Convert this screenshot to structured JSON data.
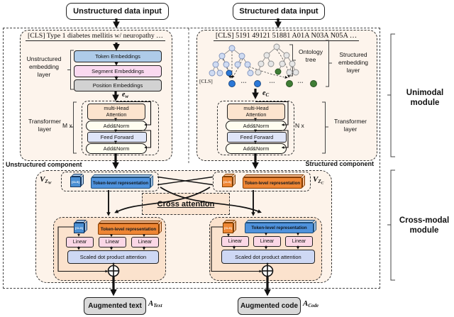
{
  "inputs": {
    "unstructured": "Unstructured data input",
    "structured": "Structured data input"
  },
  "modules": {
    "unimodal": "Unimodal\nmodule",
    "cross_modal": "Cross-modal\nmodule"
  },
  "unstructured_panel": {
    "header": "[CLS] Type 1 diabetes mellitis w/ neuropathy …",
    "embedding_layer_label": "Unstructured\nembedding\nlayer",
    "embeddings": [
      "Token Embeddings",
      "Segment Embeddings",
      "Position Embeddings"
    ],
    "e_symbol": {
      "base": "e",
      "sub": "w"
    },
    "transformer_label": "Transformer\nlayer",
    "repeat": "M x",
    "component_label": "Unstructured component"
  },
  "structured_panel": {
    "header": "[CLS] 5191 49121 51881 A01A N03A N05A …",
    "tree_cls_label": "[CLS]",
    "ellipsis": "…",
    "ontology_label": "Ontology\ntree",
    "embedding_layer_label": "Structured\nembedding\nlayer",
    "e_symbol": {
      "base": "e",
      "sub": "C"
    },
    "transformer_label": "Transformer\nlayer",
    "repeat": "N x",
    "component_label": "Structured component"
  },
  "transformer_block": {
    "mha": "multi-Head\nAttention",
    "add_norm": "Add&Norm",
    "ff": "Feed Forward"
  },
  "cross_modal": {
    "v_zw": {
      "base": "V",
      "sub": "Z",
      "subsub": "W"
    },
    "v_zc": {
      "base": "V",
      "sub": "Z",
      "subsub": "C"
    },
    "cls_cube": "[CLS]",
    "token_repr": "Token-level representation",
    "cross_attention": "Cross attention",
    "linear": "Linear",
    "sdpa": "Scaled dot product attention"
  },
  "outputs": {
    "text": {
      "label": "Augmented text",
      "symbol": {
        "base": "A",
        "sub": "Text"
      }
    },
    "code": {
      "label": "Augmented code",
      "symbol": {
        "base": "A",
        "sub": "Code"
      }
    }
  },
  "colors": {
    "panel_fill": "#fdf4ec",
    "attention_block_fill": "#fbe2cd",
    "token_embeddings": "#aecbe9",
    "segment_embeddings": "#fad9f0",
    "position_embeddings": "#d2d2d2",
    "multi_head_attention": "#fce4ce",
    "feed_forward": "#dfe5f8",
    "add_norm": "#fffdf0",
    "linear": "#fbd7e6",
    "scaled_dot": "#ced8f4",
    "blue_bar": "#4f92dc",
    "orange_bar": "#ee8634",
    "blue_node": "#2b78d8",
    "green_node": "#3f7d35",
    "lavender_node": "#cfdbf2",
    "gray_node": "#e6e6e6",
    "output_box": "#d9d9d9"
  }
}
